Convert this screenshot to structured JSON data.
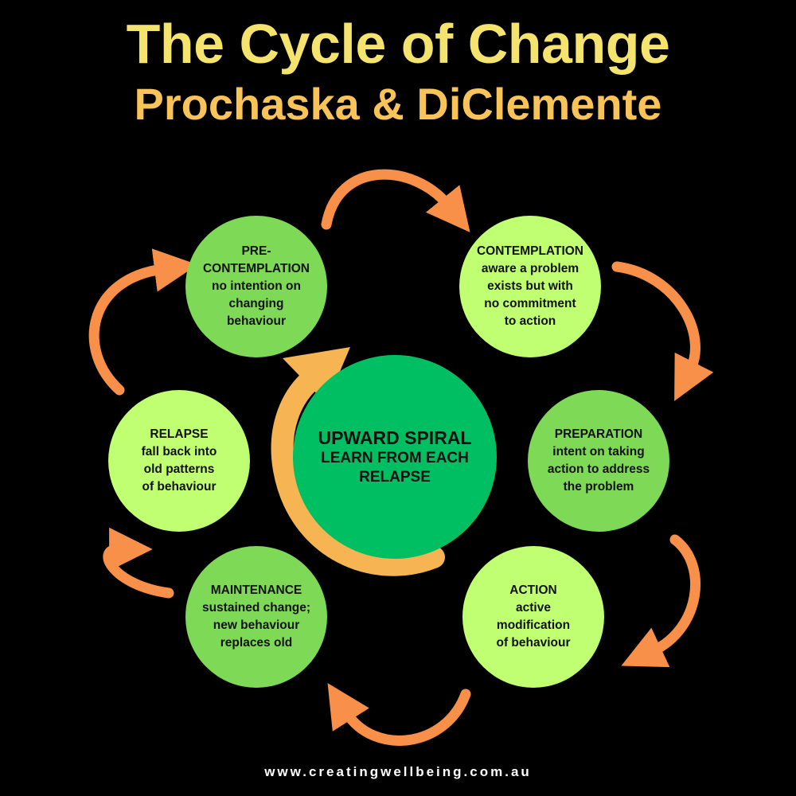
{
  "title": "The Cycle of Change",
  "subtitle": "Prochaska & DiClemente",
  "stages": [
    {
      "name": "PRE-\nCONTEMPLATION",
      "description": "no intention on\nchanging\nbehaviour"
    },
    {
      "name": "CONTEMPLATION",
      "description": "aware a problem\nexists but with\nno commitment\nto action"
    },
    {
      "name": "PREPARATION",
      "description": "intent on taking\naction to address\nthe problem"
    },
    {
      "name": "ACTION",
      "description": "active\nmodification\nof behaviour"
    },
    {
      "name": "MAINTENANCE",
      "description": "sustained change;\nnew behaviour\nreplaces old"
    },
    {
      "name": "RELAPSE",
      "description": "fall back into\nold patterns\nof behaviour"
    }
  ],
  "center": {
    "title": "UPWARD SPIRAL",
    "subtitle": "LEARN FROM EACH\nRELAPSE"
  },
  "footer": "www.creatingwellbeing.com.au",
  "colors": {
    "title": "#f4e46e",
    "subtitle": "#f8c45a",
    "arrow": "#f9904a",
    "stage_dark": "#7ed957",
    "stage_light": "#c1ff72",
    "center": "#00bf63",
    "spiral": "#f7b453"
  }
}
